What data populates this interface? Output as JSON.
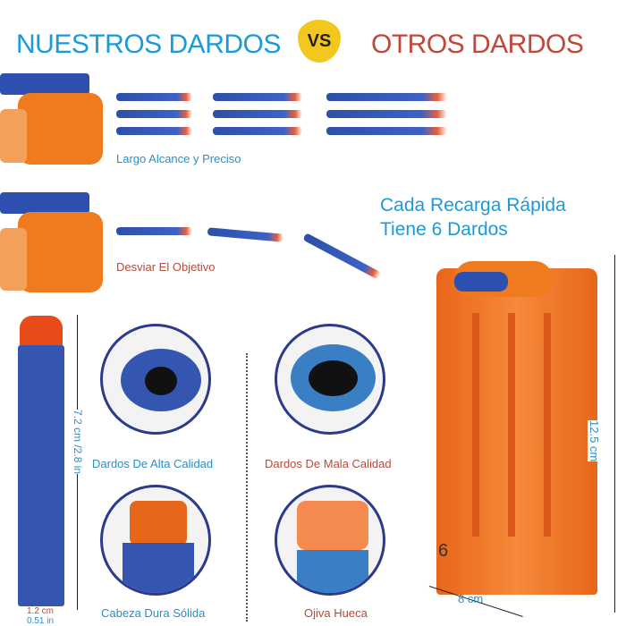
{
  "header": {
    "ours": "NUESTROS DARDOS",
    "vs": "VS",
    "others": "OTROS DARDOS"
  },
  "comparison": {
    "good_label": "Largo Alcance y Preciso",
    "bad_label": "Desviar El Objetivo"
  },
  "magazine": {
    "title_line1": "Cada Recarga Rápida",
    "title_line2": "Tiene 6 Dardos",
    "height": "12.5 cm",
    "width": "8 cm",
    "number": "6"
  },
  "dart": {
    "length": "7.2 cm /2.8 in",
    "diameter_cm": "1.2 cm",
    "diameter_in": "0.51 in"
  },
  "details": [
    {
      "label": "Dardos De Alta Calidad"
    },
    {
      "label": "Dardos De Mala Calidad"
    },
    {
      "label": "Cabeza Dura Sólida"
    },
    {
      "label": "Ojiva Hueca"
    }
  ],
  "colors": {
    "blue": "#1a9bd7",
    "red": "#c0473a",
    "orange": "#f07a1e",
    "dart_blue": "#3455b0",
    "vs_yellow": "#f2c81e"
  }
}
